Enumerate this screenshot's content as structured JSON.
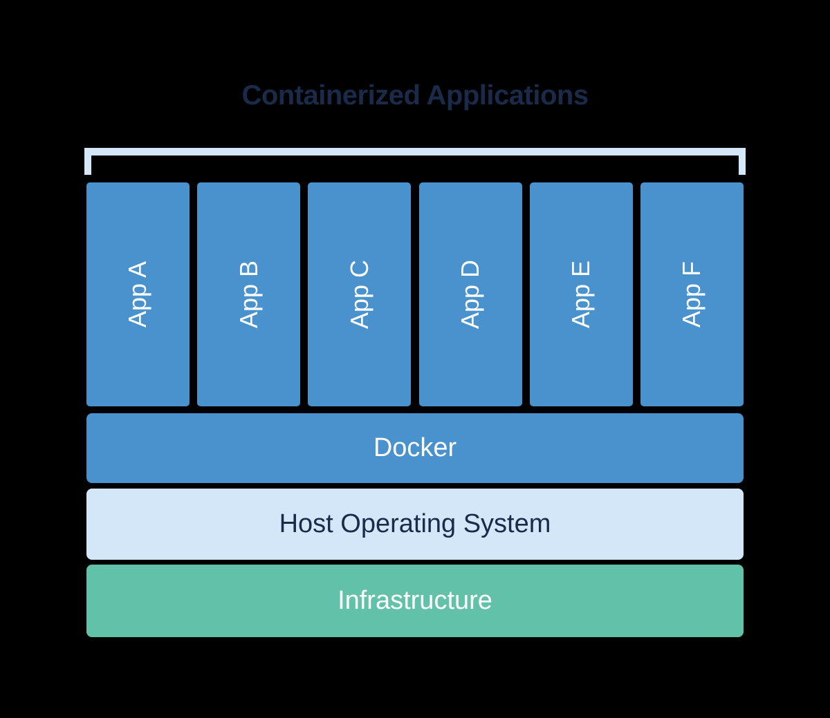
{
  "title": "Containerized Applications",
  "apps": [
    "App A",
    "App B",
    "App C",
    "App D",
    "App E",
    "App F"
  ],
  "layers": {
    "docker": "Docker",
    "host_os": "Host Operating System",
    "infrastructure": "Infrastructure"
  },
  "colors": {
    "background": "#000000",
    "container_blue": "#4992CE",
    "light_blue": "#D3E7F8",
    "green": "#62C2A9",
    "navy_text": "#1A2B4A",
    "white_text": "#FFFFFF"
  }
}
